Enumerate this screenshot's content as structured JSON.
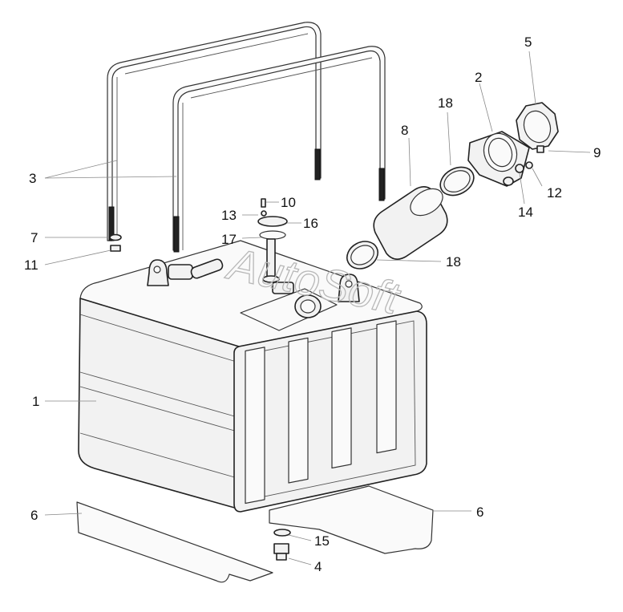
{
  "watermark": "AutoSoft",
  "callouts": [
    {
      "id": "c1",
      "label": "1"
    },
    {
      "id": "c2",
      "label": "2"
    },
    {
      "id": "c3",
      "label": "3"
    },
    {
      "id": "c4",
      "label": "4"
    },
    {
      "id": "c5",
      "label": "5"
    },
    {
      "id": "c6a",
      "label": "6"
    },
    {
      "id": "c6b",
      "label": "6"
    },
    {
      "id": "c7",
      "label": "7"
    },
    {
      "id": "c8",
      "label": "8"
    },
    {
      "id": "c9",
      "label": "9"
    },
    {
      "id": "c10",
      "label": "10"
    },
    {
      "id": "c11",
      "label": "11"
    },
    {
      "id": "c12",
      "label": "12"
    },
    {
      "id": "c13",
      "label": "13"
    },
    {
      "id": "c14",
      "label": "14"
    },
    {
      "id": "c15",
      "label": "15"
    },
    {
      "id": "c16",
      "label": "16"
    },
    {
      "id": "c17",
      "label": "17"
    },
    {
      "id": "c18a",
      "label": "18"
    },
    {
      "id": "c18b",
      "label": "18"
    }
  ]
}
